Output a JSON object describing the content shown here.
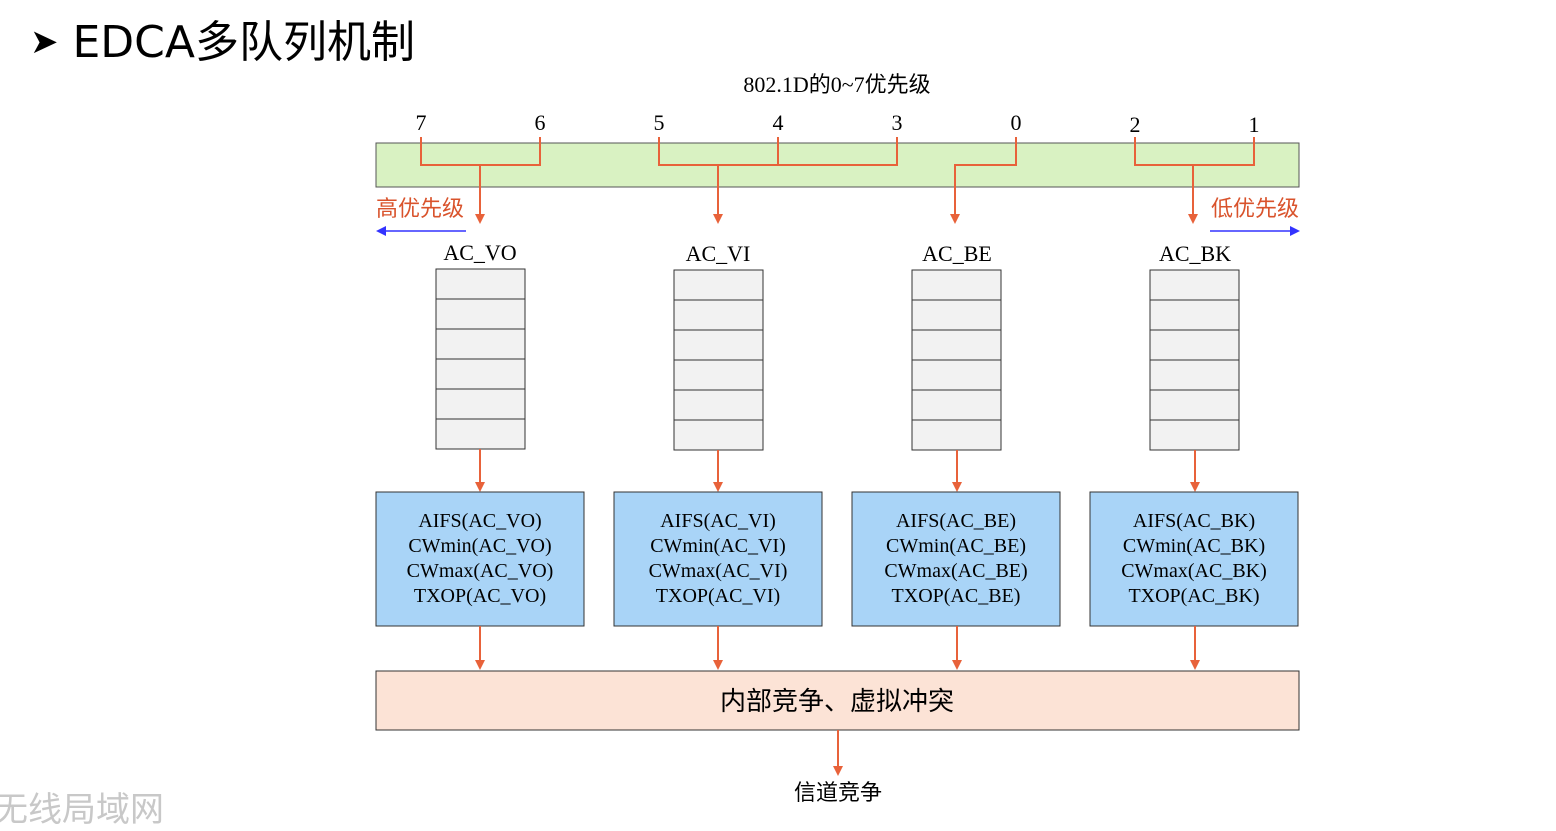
{
  "title": "EDCA多队列机制",
  "diagram": {
    "top_label": "802.1D的0~7优先级",
    "priority_numbers": [
      "7",
      "6",
      "5",
      "4",
      "3",
      "0",
      "2",
      "1"
    ],
    "high_priority": "高优先级",
    "low_priority": "低优先级",
    "queues": [
      {
        "name": "AC_VO",
        "params": [
          "AIFS(AC_VO)",
          "CWmin(AC_VO)",
          "CWmax(AC_VO)",
          "TXOP(AC_VO)"
        ]
      },
      {
        "name": "AC_VI",
        "params": [
          "AIFS(AC_VI)",
          "CWmin(AC_VI)",
          "CWmax(AC_VI)",
          "TXOP(AC_VI)"
        ]
      },
      {
        "name": "AC_BE",
        "params": [
          "AIFS(AC_BE)",
          "CWmin(AC_BE)",
          "CWmax(AC_BE)",
          "TXOP(AC_BE)"
        ]
      },
      {
        "name": "AC_BK",
        "params": [
          "AIFS(AC_BK)",
          "CWmin(AC_BK)",
          "CWmax(AC_BK)",
          "TXOP(AC_BK)"
        ]
      }
    ],
    "internal_contention": "内部竞争、虚拟冲突",
    "channel_contention": "信道竞争"
  },
  "watermark": "无线局域网",
  "colors": {
    "priority_bar": "#d9f2c2",
    "param_box": "#a9d4f7",
    "contention_box": "#fce3d6",
    "queue_cell": "#f2f2f2",
    "arrow_orange": "#e8623a",
    "arrow_blue": "#3333ff"
  }
}
